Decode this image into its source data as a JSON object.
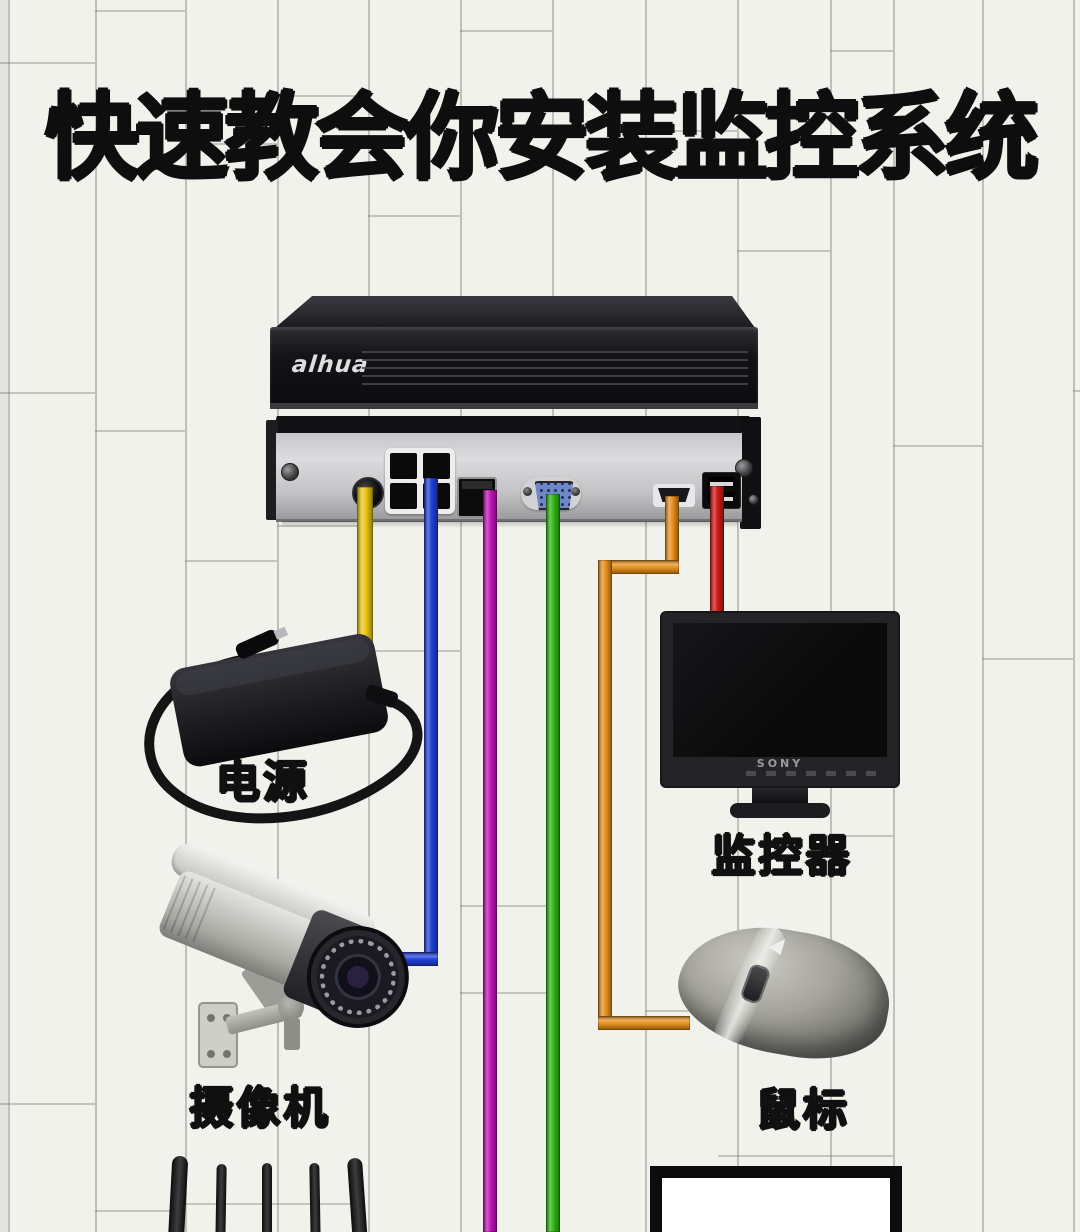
{
  "title": "快速教会你安装监控系统",
  "dvr": {
    "brand": "alhua"
  },
  "devices": {
    "power": {
      "label": "电源"
    },
    "camera": {
      "label": "摄像机"
    },
    "monitor": {
      "label": "监控器",
      "brand": "SONY"
    },
    "mouse": {
      "label": "鼠标"
    }
  },
  "cables": {
    "power_yellow": "#e9c714",
    "camera_blue": "#1f3fd8",
    "network_magenta": "#c013b8",
    "vga_green": "#2eb514",
    "mouse_orange": "#e78f1e",
    "monitor_red": "#cc1a15"
  }
}
